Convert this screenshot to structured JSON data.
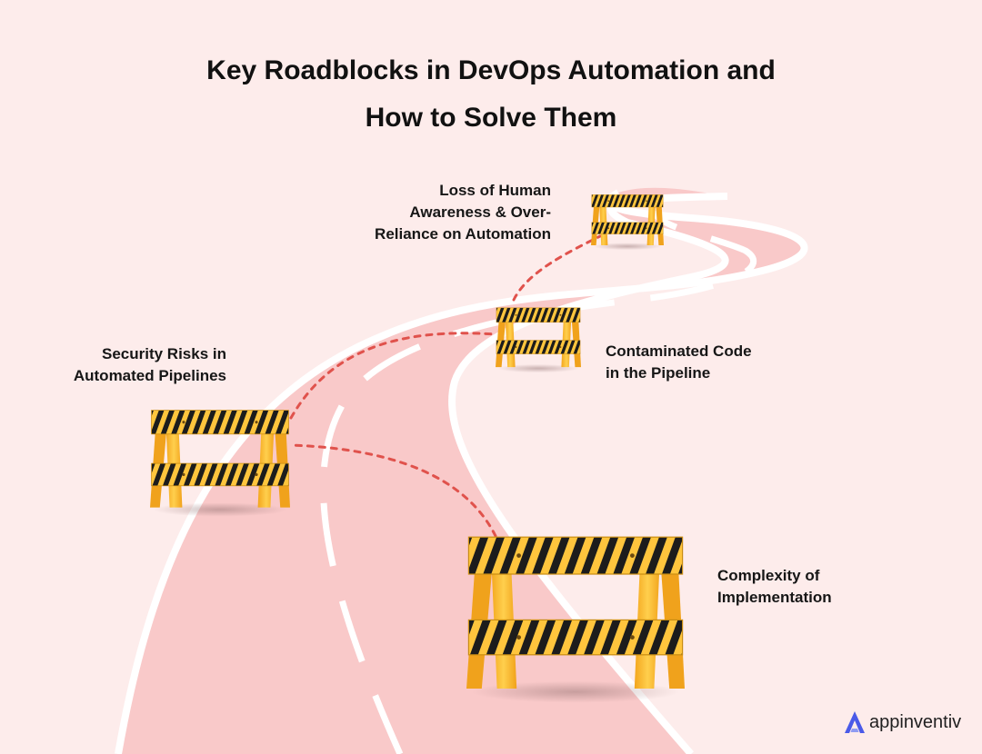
{
  "title": {
    "line1": "Key Roadblocks in DevOps Automation and",
    "line2": "How to Solve Them"
  },
  "roadblocks": [
    {
      "line1": "Complexity of",
      "line2": "Implementation"
    },
    {
      "line1": "Security Risks in",
      "line2": "Automated Pipelines"
    },
    {
      "line1": "Contaminated Code",
      "line2": "in the Pipeline"
    },
    {
      "line1": "Loss of Human",
      "line2": "Awareness & Over-",
      "line3": "Reliance on Automation"
    }
  ],
  "brand": {
    "name": "appinventiv",
    "icon": "appinventiv-logo-icon"
  },
  "colors": {
    "background": "#fdeceb",
    "road": "#f9caca",
    "road_edge": "#ffffff",
    "barricade_yellow": "#ffc23a",
    "barricade_stripe": "#1c1c1c",
    "path_dots": "#e0524c",
    "logo_accent": "#4a5ae8"
  }
}
